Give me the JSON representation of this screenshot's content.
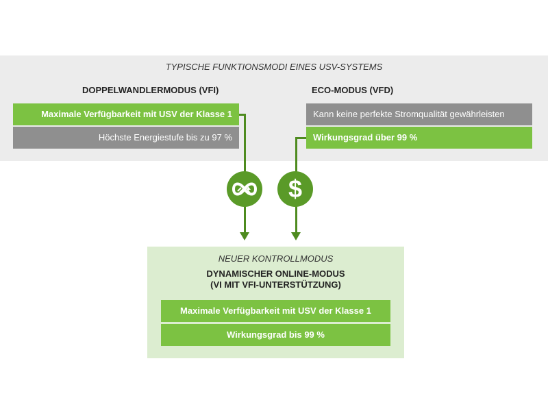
{
  "diagram": {
    "title": "TYPISCHE FUNKTIONSMODI EINES USV-SYSTEMS",
    "left_mode": {
      "heading": "DOPPELWANDLERMODUS (VFI)",
      "items": [
        {
          "text": "Maximale Verfügbarkeit mit USV der Klasse 1",
          "style": "green"
        },
        {
          "text": "Höchste Energiestufe bis zu 97 %",
          "style": "gray"
        }
      ]
    },
    "right_mode": {
      "heading": "ECO-MODUS (VFD)",
      "items": [
        {
          "text": "Kann keine perfekte Stromqualität gewährleisten",
          "style": "gray"
        },
        {
          "text": "Wirkungsgrad über 99 %",
          "style": "green"
        }
      ]
    },
    "icons": [
      "infinity-plug-lightning-icon",
      "dollar-icon"
    ],
    "result_mode": {
      "subtitle": "NEUER KONTROLLMODUS",
      "title_line1": "DYNAMISCHER ONLINE-MODUS",
      "title_line2": "(VI MIT VFI-UNTERSTÜTZUNG)",
      "items": [
        {
          "text": "Maximale Verfügbarkeit mit USV der Klasse 1",
          "style": "green"
        },
        {
          "text": "Wirkungsgrad bis 99 %",
          "style": "green"
        }
      ]
    },
    "colors": {
      "green": "#7cc242",
      "dark_green": "#4e8b1f",
      "gray": "#8f8f8f",
      "panel_gray": "#ececec",
      "panel_green": "#dcedd0"
    }
  }
}
